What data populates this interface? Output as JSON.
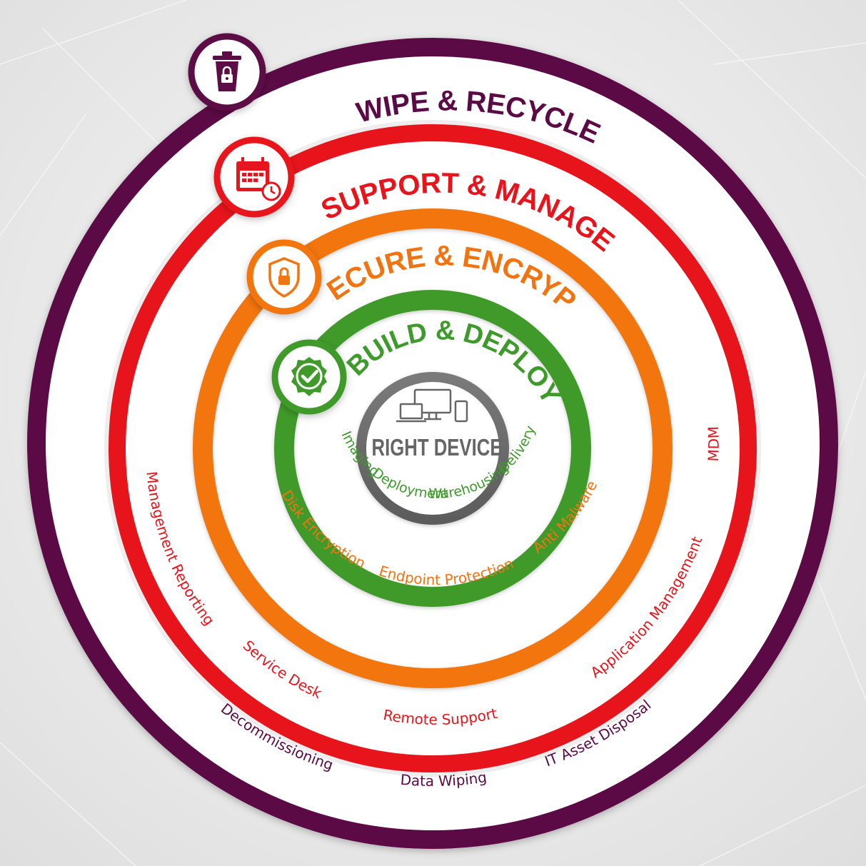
{
  "center": {
    "label": "RIGHT DEVICE",
    "icon": "devices-icon"
  },
  "rings": [
    {
      "id": "wipe",
      "title": "WIPE & RECYCLE",
      "color": "#5c0a45",
      "icon": "recycle-bin-lock-icon",
      "items": [
        "Decommissioning",
        "Data Wiping",
        "IT Asset Disposal"
      ]
    },
    {
      "id": "support",
      "title": "SUPPORT & MANAGE",
      "color": "#e8141c",
      "icon": "calendar-clock-icon",
      "items": [
        "Management Reporting",
        "Service Desk",
        "Remote Support",
        "Application Management",
        "MDM"
      ]
    },
    {
      "id": "secure",
      "title": "SECURE & ENCRYPT",
      "color": "#f27410",
      "icon": "shield-lock-icon",
      "items": [
        "Disk Encryption",
        "Endpoint Protection",
        "Anti Malware"
      ]
    },
    {
      "id": "build",
      "title": "BUILD & DEPLOY",
      "color": "#3f9a2c",
      "icon": "check-badge-icon",
      "items": [
        "Imaging",
        "Deployment",
        "Warehousing",
        "Delivery"
      ]
    }
  ]
}
